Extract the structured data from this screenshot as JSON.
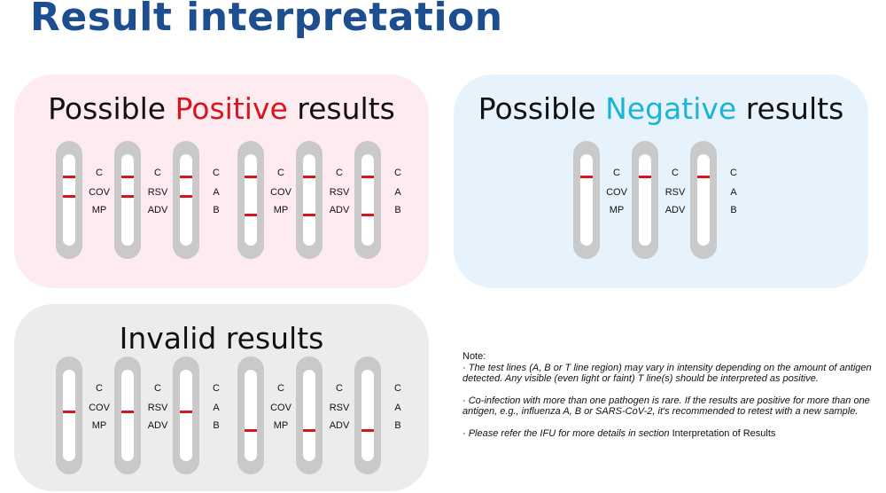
{
  "title": "Result interpretation",
  "panels": {
    "positive": {
      "pre": "Possible ",
      "highlight": "Positive",
      "post": " results",
      "background": "#fdebef",
      "highlight_color": "#d7151f"
    },
    "negative": {
      "pre": "Possible ",
      "highlight": "Negative",
      "post": " results",
      "background": "#e6f3fc",
      "highlight_color": "#1cb3d8"
    },
    "invalid": {
      "heading": "Invalid results",
      "background": "#ececec"
    }
  },
  "labels": {
    "cov": [
      "C",
      "COV",
      "MP"
    ],
    "rsv": [
      "C",
      "RSV",
      "ADV"
    ],
    "flu": [
      "C",
      "A",
      "B"
    ]
  },
  "line_color": "#d7151f",
  "tests": {
    "positive": [
      {
        "labels": "cov",
        "lines": [
          1,
          1,
          0
        ]
      },
      {
        "labels": "rsv",
        "lines": [
          1,
          1,
          0
        ]
      },
      {
        "labels": "flu",
        "lines": [
          1,
          1,
          0
        ]
      },
      {
        "labels": "cov",
        "lines": [
          1,
          0,
          1
        ]
      },
      {
        "labels": "rsv",
        "lines": [
          1,
          0,
          1
        ]
      },
      {
        "labels": "flu",
        "lines": [
          1,
          0,
          1
        ]
      }
    ],
    "negative": [
      {
        "labels": "cov",
        "lines": [
          1,
          0,
          0
        ]
      },
      {
        "labels": "rsv",
        "lines": [
          1,
          0,
          0
        ]
      },
      {
        "labels": "flu",
        "lines": [
          1,
          0,
          0
        ]
      }
    ],
    "invalid": [
      {
        "labels": "cov",
        "lines": [
          0,
          1,
          0
        ]
      },
      {
        "labels": "rsv",
        "lines": [
          0,
          1,
          0
        ]
      },
      {
        "labels": "flu",
        "lines": [
          0,
          1,
          0
        ]
      },
      {
        "labels": "cov",
        "lines": [
          0,
          0,
          1
        ]
      },
      {
        "labels": "rsv",
        "lines": [
          0,
          0,
          1
        ]
      },
      {
        "labels": "flu",
        "lines": [
          0,
          0,
          1
        ]
      }
    ]
  },
  "note": {
    "heading": "Note:",
    "item1": "· The test lines (A, B or T line region) may vary in intensity depending on the amount of antigen detected. Any visible (even light or faint) T line(s) should be interpreted as positive.",
    "item2": "· Co-infection with more than one pathogen is rare. If the results are positive for more than one antigen, e.g., influenza A, B or SARS-CoV-2, it's recommended to retest with a new sample.",
    "item3_pre": "· Please refer the IFU for more details in section ",
    "item3_ref": "Interpretation of Results"
  }
}
